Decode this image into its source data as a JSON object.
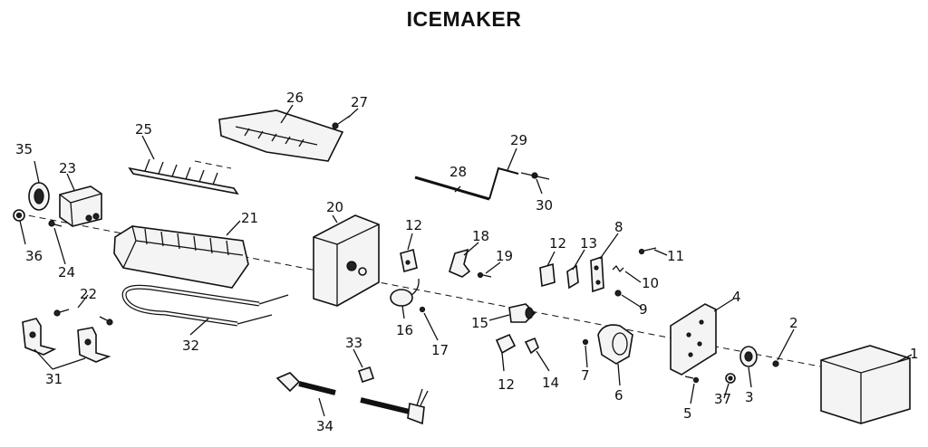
{
  "title": "ICEMAKER",
  "parts": [
    {
      "id": "1"
    },
    {
      "id": "2"
    },
    {
      "id": "3"
    },
    {
      "id": "4"
    },
    {
      "id": "5"
    },
    {
      "id": "6"
    },
    {
      "id": "7"
    },
    {
      "id": "8"
    },
    {
      "id": "9"
    },
    {
      "id": "10"
    },
    {
      "id": "11"
    },
    {
      "id": "12a"
    },
    {
      "id": "12b"
    },
    {
      "id": "12c"
    },
    {
      "id": "13"
    },
    {
      "id": "14"
    },
    {
      "id": "15"
    },
    {
      "id": "16"
    },
    {
      "id": "17"
    },
    {
      "id": "18"
    },
    {
      "id": "19"
    },
    {
      "id": "20"
    },
    {
      "id": "21"
    },
    {
      "id": "22"
    },
    {
      "id": "23"
    },
    {
      "id": "24"
    },
    {
      "id": "25"
    },
    {
      "id": "26"
    },
    {
      "id": "27"
    },
    {
      "id": "28"
    },
    {
      "id": "29"
    },
    {
      "id": "30"
    },
    {
      "id": "31"
    },
    {
      "id": "32"
    },
    {
      "id": "33"
    },
    {
      "id": "34"
    },
    {
      "id": "35"
    },
    {
      "id": "36"
    },
    {
      "id": "37"
    }
  ],
  "labels": {
    "p1": "1",
    "p2": "2",
    "p3": "3",
    "p4": "4",
    "p5": "5",
    "p6": "6",
    "p7": "7",
    "p8": "8",
    "p9": "9",
    "p10": "10",
    "p11": "11",
    "p12a": "12",
    "p12b": "12",
    "p12c": "12",
    "p13": "13",
    "p14": "14",
    "p15": "15",
    "p16": "16",
    "p17": "17",
    "p18": "18",
    "p19": "19",
    "p20": "20",
    "p21": "21",
    "p22": "22",
    "p23": "23",
    "p24": "24",
    "p25": "25",
    "p26": "26",
    "p27": "27",
    "p28": "28",
    "p29": "29",
    "p30": "30",
    "p31": "31",
    "p32": "32",
    "p33": "33",
    "p34": "34",
    "p35": "35",
    "p36": "36",
    "p37": "37"
  }
}
